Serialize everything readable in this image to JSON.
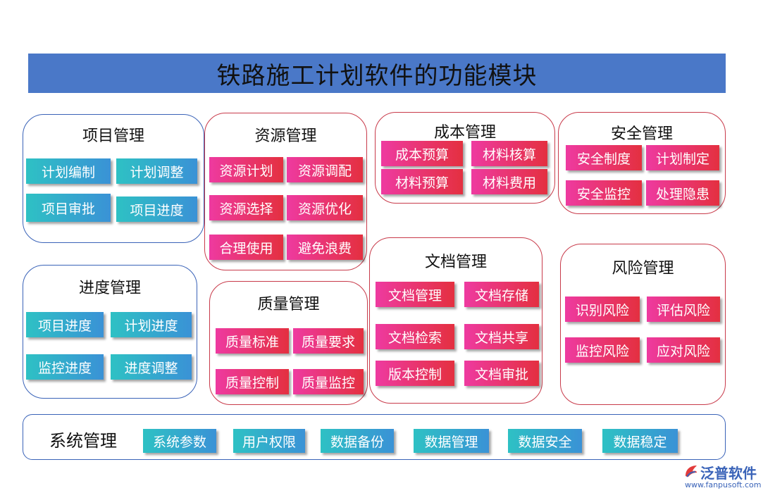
{
  "title": "铁路施工计划软件的功能模块",
  "groups": {
    "project": {
      "title": "项目管理",
      "items": [
        "计划编制",
        "计划调整",
        "项目审批",
        "项目进度"
      ]
    },
    "resource": {
      "title": "资源管理",
      "items": [
        "资源计划",
        "资源调配",
        "资源选择",
        "资源优化",
        "合理使用",
        "避免浪费"
      ]
    },
    "cost": {
      "title": "成本管理",
      "items": [
        "成本预算",
        "材料核算",
        "材料预算",
        "材料费用"
      ]
    },
    "safety": {
      "title": "安全管理",
      "items": [
        "安全制度",
        "计划制定",
        "安全监控",
        "处理隐患"
      ]
    },
    "schedule": {
      "title": "进度管理",
      "items": [
        "项目进度",
        "计划进度",
        "监控进度",
        "进度调整"
      ]
    },
    "quality": {
      "title": "质量管理",
      "items": [
        "质量标准",
        "质量要求",
        "质量控制",
        "质量监控"
      ]
    },
    "document": {
      "title": "文档管理",
      "items": [
        "文档管理",
        "文档存储",
        "文档检索",
        "文档共享",
        "版本控制",
        "文档审批"
      ]
    },
    "risk": {
      "title": "风险管理",
      "items": [
        "识别风险",
        "评估风险",
        "监控风险",
        "应对风险"
      ]
    },
    "system": {
      "title": "系统管理",
      "items": [
        "系统参数",
        "用户权限",
        "数据备份",
        "数据管理",
        "数据安全",
        "数据稳定"
      ]
    }
  },
  "logo": {
    "name": "泛普软件",
    "url": "www.fanpusoft.com"
  },
  "colors": {
    "title_bar": "#4a78c8",
    "blue_border": "#3a63b8",
    "red_border": "#c83a4a",
    "blue_button_start": "#2ec1c4",
    "blue_button_end": "#3a92d6",
    "red_button_start": "#ee3aa0",
    "red_button_end": "#e43040"
  }
}
